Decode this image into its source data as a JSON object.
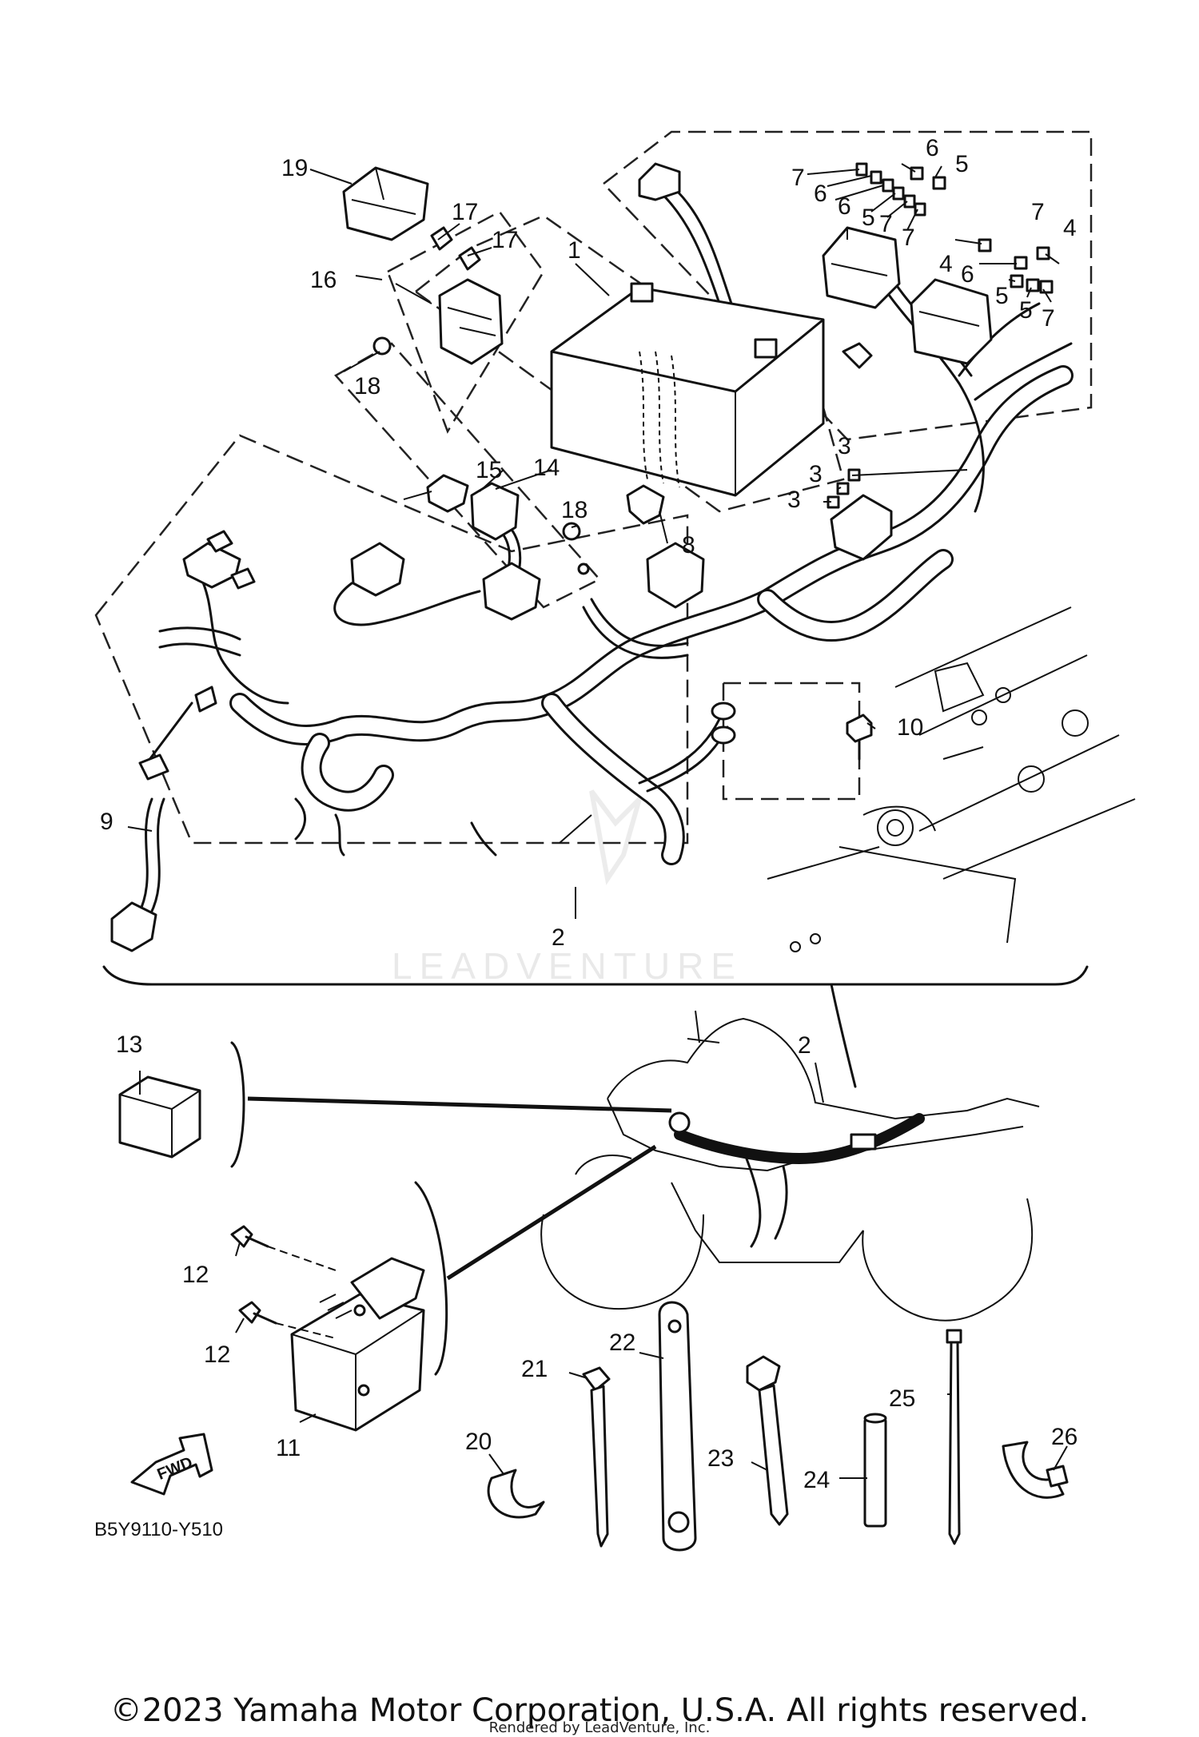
{
  "diagram": {
    "code": "B5Y9110-Y510",
    "fwd_label": "FWD",
    "watermark": "LEADVENTURE",
    "callouts": {
      "c1": "1",
      "c2a": "2",
      "c2b": "2",
      "c3a": "3",
      "c3b": "3",
      "c3c": "3",
      "c4a": "4",
      "c4b": "4",
      "c5a": "5",
      "c5b": "5",
      "c5c": "5",
      "c5d": "5",
      "c6a": "6",
      "c6b": "6",
      "c6c": "6",
      "c6d": "6",
      "c7a": "7",
      "c7b": "7",
      "c7c": "7",
      "c7d": "7",
      "c7e": "7",
      "c8": "8",
      "c9": "9",
      "c10": "10",
      "c11": "11",
      "c12a": "12",
      "c12b": "12",
      "c13": "13",
      "c14": "14",
      "c15": "15",
      "c16": "16",
      "c17a": "17",
      "c17b": "17",
      "c18a": "18",
      "c18b": "18",
      "c19": "19",
      "c20": "20",
      "c21": "21",
      "c22": "22",
      "c23": "23",
      "c24": "24",
      "c25": "25",
      "c26": "26"
    }
  },
  "footer": {
    "copyright": "©2023 Yamaha Motor Corporation, U.S.A. All rights reserved.",
    "rendered_by": "Rendered by LeadVenture, Inc."
  }
}
